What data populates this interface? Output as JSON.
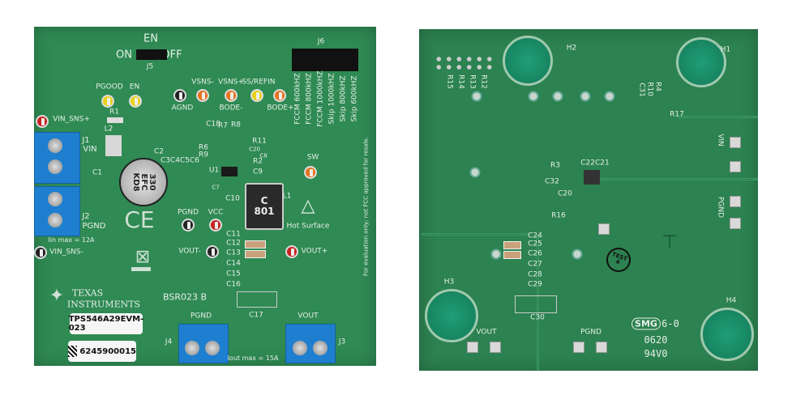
{
  "top_board": {
    "en_header": {
      "title": "EN",
      "on": "ON",
      "off": "OFF",
      "ref": "J5"
    },
    "j6": {
      "ref": "J6",
      "modes": [
        "FCCM 600kHZ",
        "FCCM 800kHZ",
        "FCCM 1000kHZ",
        "Skip 1000kHZ",
        "Skip 800kHZ",
        "Skip 600kHZ"
      ]
    },
    "testpoints": {
      "pgood": "PGOOD",
      "en": "EN",
      "agnd": "AGND",
      "vsns_minus": "VSNS-",
      "vsns_plus": "VSNS+",
      "bode_minus": "BODE-",
      "ss_refin": "SS/REFIN",
      "bode_plus": "BODE+",
      "vin_sns_plus": "VIN_SNS+",
      "vin_sns_minus": "VIN_SNS-",
      "sw": "SW",
      "pgnd": "PGND",
      "vcc": "VCC",
      "vout_minus": "VOUT-",
      "vout_plus": "VOUT+"
    },
    "refs": {
      "r1": "R1",
      "l2": "L2",
      "c1": "C1",
      "c2": "C2",
      "c3_6": "C3C4C5C6",
      "c7": "C7",
      "c8": "C8",
      "c9": "C9",
      "c10": "C10",
      "c18": "C18",
      "c20": "C20",
      "r2": "R2",
      "r6": "R6",
      "r7": "R7",
      "r8": "R8",
      "r9": "R9",
      "r11": "R11",
      "u1": "U1",
      "l1": "L1",
      "c17": "C17",
      "caps": [
        "C11",
        "C12",
        "C13",
        "C14",
        "C15",
        "C16"
      ]
    },
    "j1": {
      "ref": "J1",
      "name": "VIN"
    },
    "j2": {
      "ref": "J2",
      "name": "PGND"
    },
    "iin_max": "Iin max = 12A",
    "c2_marking": [
      "330",
      "EFC",
      "KD8"
    ],
    "l1_marking": [
      "C",
      "801"
    ],
    "hot_surface": "Hot Surface",
    "ce_mark": "CE",
    "logo": {
      "line1": "TEXAS",
      "line2": "INSTRUMENTS"
    },
    "board_id": "BSR023 B",
    "part_label": "TPS546A29EVM-023",
    "serial_label": "6245900015",
    "j4": {
      "ref": "J4",
      "name": "PGND"
    },
    "j3": {
      "ref": "J3",
      "name": "VOUT"
    },
    "iout_max": "Iout max = 15A",
    "fcc_note": "For evaluation only; not FCC approved for resale."
  },
  "bottom_board": {
    "holes": [
      "H1",
      "H2",
      "H3",
      "H4"
    ],
    "resistors_header": [
      "R15",
      "R14",
      "R13",
      "R12"
    ],
    "refs_corner": [
      "R4",
      "R10",
      "C31"
    ],
    "refs": {
      "r17": "R17",
      "r3": "R3",
      "c22c21": "C22C21",
      "c32": "C32",
      "c20": "C20",
      "r16": "R16",
      "c30": "C30"
    },
    "caps": [
      "C24",
      "C25",
      "C26",
      "C27",
      "C28",
      "C29"
    ],
    "vin": "VIN",
    "pgnd_right": "PGND",
    "vout": "VOUT",
    "pgnd_bottom": "PGND",
    "mfr_mark": "SMG",
    "mfr_code": "6-0",
    "date_code": "0620",
    "rating": "94V0",
    "test_stamp": [
      "TEST",
      "4"
    ]
  },
  "colors": {
    "pcb": "#2f8a53",
    "terminal": "#1e7fd0",
    "tp_yellow": "#e8d21a",
    "tp_orange": "#e8731c",
    "tp_red": "#c8231e",
    "tp_black": "#222222"
  }
}
